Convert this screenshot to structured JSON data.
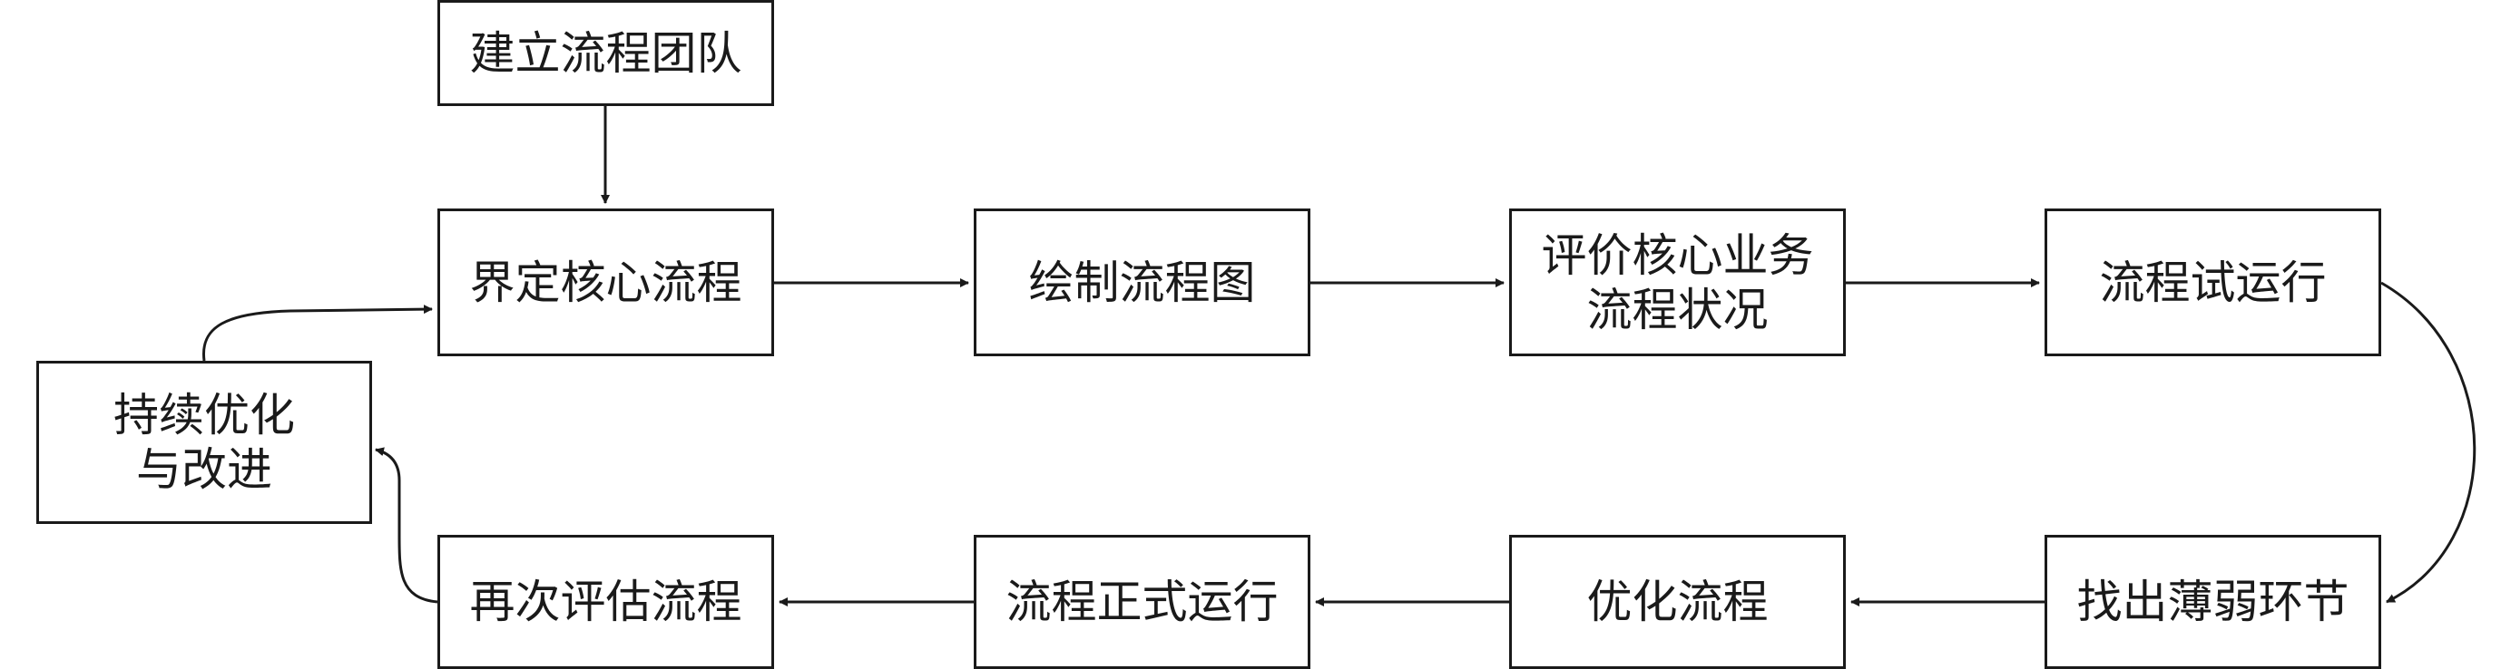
{
  "diagram": {
    "nodes": {
      "team": "建立流程团队",
      "define": "界定核心流程",
      "draw": "绘制流程图",
      "evaluate": "评价核心业务\n流程状况",
      "trial": "流程试运行",
      "weak": "找出薄弱环节",
      "optimize": "优化流程",
      "formal": "流程正式运行",
      "reassess": "再次评估流程",
      "improve": "持续优化\n与改进"
    },
    "edges": [
      {
        "from": "team",
        "to": "define"
      },
      {
        "from": "define",
        "to": "draw"
      },
      {
        "from": "draw",
        "to": "evaluate"
      },
      {
        "from": "evaluate",
        "to": "trial"
      },
      {
        "from": "trial",
        "to": "weak"
      },
      {
        "from": "weak",
        "to": "optimize"
      },
      {
        "from": "optimize",
        "to": "formal"
      },
      {
        "from": "formal",
        "to": "reassess"
      },
      {
        "from": "reassess",
        "to": "improve"
      },
      {
        "from": "improve",
        "to": "define"
      }
    ],
    "colors": {
      "stroke": "#1a1a1a",
      "background": "#ffffff"
    }
  }
}
